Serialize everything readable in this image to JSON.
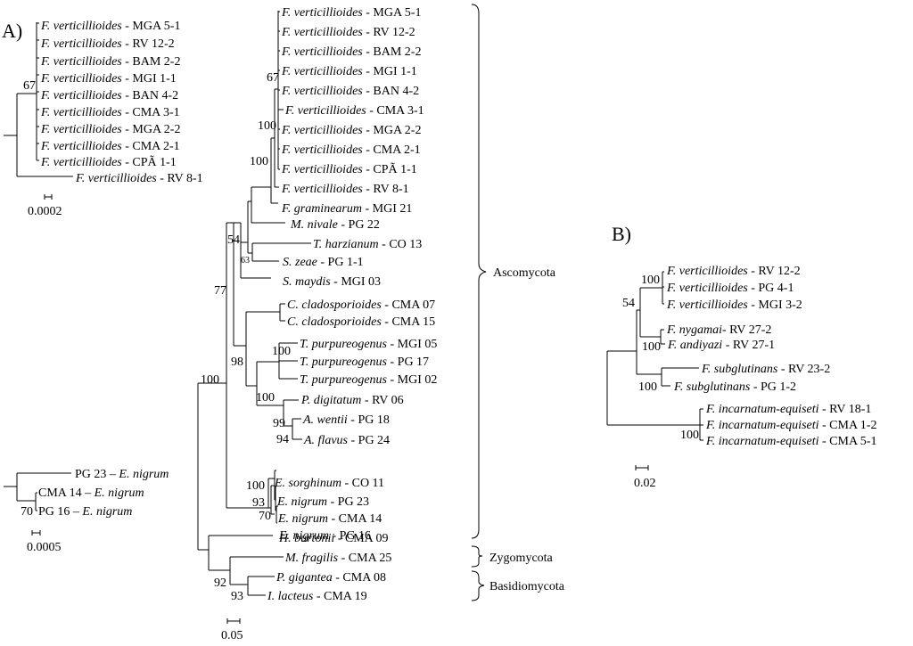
{
  "panels": {
    "A": {
      "label": "A)",
      "phyla": [
        "Ascomycota",
        "Zygomycota",
        "Basidiomycota"
      ],
      "scale": "0.05",
      "taxa": [
        {
          "sp": "F. verticillioides",
          "id": " - MGA 5-1"
        },
        {
          "sp": "F. verticillioides",
          "id": " - RV 12-2"
        },
        {
          "sp": "F. verticillioides",
          "id": " - BAM 2-2"
        },
        {
          "sp": "F. verticillioides",
          "id": " - MGI 1-1"
        },
        {
          "sp": "F. verticillioides",
          "id": " - BAN 4-2"
        },
        {
          "sp": "F. verticillioides",
          "id": " - CMA 3-1"
        },
        {
          "sp": "F. verticillioides",
          "id": " - MGA 2-2"
        },
        {
          "sp": "F. verticillioides",
          "id": " - CMA 2-1"
        },
        {
          "sp": "F. verticillioides",
          "id": " - CPÃ 1-1"
        },
        {
          "sp": "F. verticillioides",
          "id": " - RV 8-1"
        },
        {
          "sp": "F. graminearum",
          "id": " - MGI 21"
        },
        {
          "sp": "M. nivale",
          "id": " - PG 22"
        },
        {
          "sp": "T. harzianum",
          "id": " - CO 13"
        },
        {
          "sp": "S. zeae",
          "id": " - PG 1-1"
        },
        {
          "sp": "S. maydis",
          "id": " - MGI 03"
        },
        {
          "sp": "C. cladosporioides",
          "id": " - CMA 07"
        },
        {
          "sp": "C. cladosporioides",
          "id": " - CMA 15"
        },
        {
          "sp": "T. purpureogenus",
          "id": " - MGI 05"
        },
        {
          "sp": "T. purpureogenus",
          "id": " - PG 17"
        },
        {
          "sp": "T. purpureogenus",
          "id": " - MGI 02"
        },
        {
          "sp": "P. digitatum",
          "id": " - RV 06"
        },
        {
          "sp": "A. wentii",
          "id": " - PG 18"
        },
        {
          "sp": "A. flavus",
          "id": " - PG 24"
        },
        {
          "sp": "E. sorghinum",
          "id": " - CO 11"
        },
        {
          "sp": "E. nigrum",
          "id": " - PG 23"
        },
        {
          "sp": "E. nigrum",
          "id": " - CMA 14"
        },
        {
          "sp": "E. nigrum",
          "id": " - PG 16"
        },
        {
          "sp": "H. burtonii",
          "id": " - CMA 09"
        },
        {
          "sp": "M. fragilis",
          "id": "  - CMA 25"
        },
        {
          "sp": "P. gigantea",
          "id": " - CMA 08"
        },
        {
          "sp": "I. lacteus",
          "id": " - CMA 19"
        }
      ],
      "support": [
        "67",
        "100",
        "100",
        "54",
        "63",
        "77",
        "100",
        "98",
        "100",
        "100",
        "99",
        "94",
        "100",
        "93",
        "70",
        "92",
        "93"
      ]
    },
    "inset_top": {
      "scale": "0.0002",
      "support": [
        "67"
      ],
      "taxa": [
        {
          "sp": "F. verticillioides",
          "id": " - MGA 5-1"
        },
        {
          "sp": "F. verticillioides",
          "id": " - RV 12-2"
        },
        {
          "sp": "F. verticillioides",
          "id": " - BAM 2-2"
        },
        {
          "sp": "F. verticillioides",
          "id": " - MGI 1-1"
        },
        {
          "sp": "F. verticillioides",
          "id": " - BAN 4-2"
        },
        {
          "sp": "F. verticillioides",
          "id": " - CMA 3-1"
        },
        {
          "sp": "F. verticillioides",
          "id": " - MGA 2-2"
        },
        {
          "sp": "F. verticillioides",
          "id": " - CMA 2-1"
        },
        {
          "sp": "F. verticillioides",
          "id": " - CPÃ 1-1"
        },
        {
          "sp": "F. verticillioides",
          "id": " - RV 8-1"
        }
      ]
    },
    "inset_bottom": {
      "scale": "0.0005",
      "support": [
        "70"
      ],
      "taxa": [
        {
          "pre": "PG 23 – ",
          "sp": "E. nigrum"
        },
        {
          "pre": "CMA 14 – ",
          "sp": "E. nigrum"
        },
        {
          "pre": "PG 16 – ",
          "sp": "E. nigrum"
        }
      ]
    },
    "B": {
      "label": "B)",
      "scale": "0.02",
      "support": [
        "100",
        "54",
        "100",
        "100",
        "100"
      ],
      "taxa": [
        {
          "sp": "F. verticillioides",
          "id": " - RV 12-2"
        },
        {
          "sp": "F. verticillioides",
          "id": " - PG 4-1"
        },
        {
          "sp": "F. verticillioides",
          "id": " - MGI 3-2"
        },
        {
          "sp": "F. nygamai",
          "id": "- RV 27-2"
        },
        {
          "sp": "F. andiyazi",
          "id": " - RV 27-1"
        },
        {
          "sp": "F. subglutinans",
          "id": " - RV 23-2"
        },
        {
          "sp": "F. subglutinans",
          "id": " - PG 1-2"
        },
        {
          "sp": "F. incarnatum-equiseti",
          "id": " - RV 18-1"
        },
        {
          "sp": "F. incarnatum-equiseti",
          "id": " - CMA 1-2"
        },
        {
          "sp": "F. incarnatum-equiseti",
          "id": " - CMA 5-1"
        }
      ]
    }
  }
}
